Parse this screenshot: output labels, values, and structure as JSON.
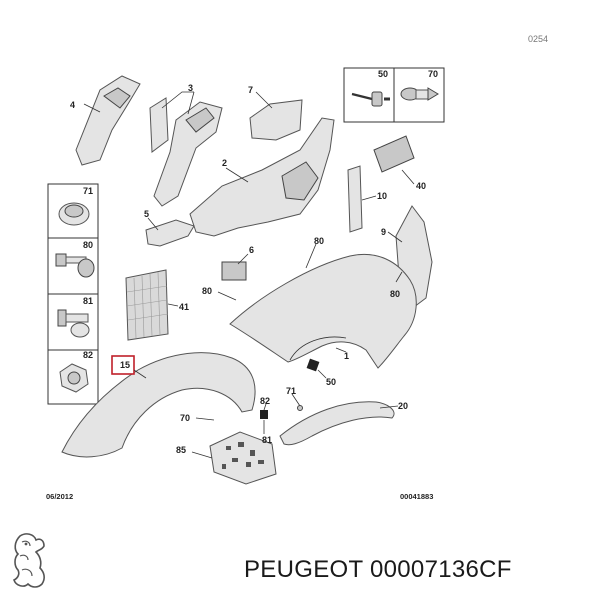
{
  "corner_text": "0254",
  "callouts": [
    "1",
    "2",
    "3",
    "4",
    "5",
    "6",
    "7",
    "9",
    "10",
    "15",
    "20",
    "40",
    "41",
    "50",
    "70",
    "71",
    "80",
    "81",
    "82",
    "85"
  ],
  "box_labels": [
    "50",
    "70",
    "71",
    "80",
    "81",
    "82"
  ],
  "footer_left": "06/2012",
  "footer_right": "00041883",
  "brand_text": "PEUGEOT 00007136CF",
  "highlight_color": "#c0202a"
}
